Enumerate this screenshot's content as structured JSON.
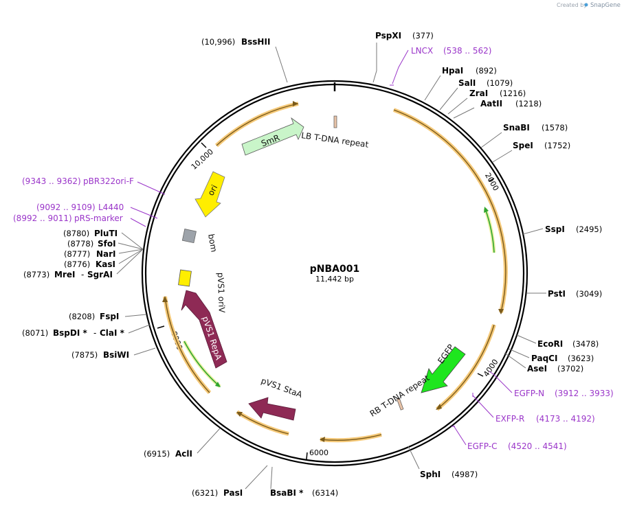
{
  "watermark": {
    "prefix": "Created by",
    "brand": "SnapGene"
  },
  "plasmid": {
    "name": "pNBA001",
    "length": "11,442 bp"
  },
  "ticks": [
    "2000",
    "4000",
    "6000",
    "8000",
    "10,000"
  ],
  "enzymes": [
    {
      "name": "PspXI",
      "pos": "(377)"
    },
    {
      "name": "HpaI",
      "pos": "(892)"
    },
    {
      "name": "SalI",
      "pos": "(1079)"
    },
    {
      "name": "ZraI",
      "pos": "(1216)"
    },
    {
      "name": "AatII",
      "pos": "(1218)"
    },
    {
      "name": "SnaBI",
      "pos": "(1578)"
    },
    {
      "name": "SpeI",
      "pos": "(1752)"
    },
    {
      "name": "SspI",
      "pos": "(2495)"
    },
    {
      "name": "PstI",
      "pos": "(3049)"
    },
    {
      "name": "EcoRI",
      "pos": "(3478)"
    },
    {
      "name": "PaqCI",
      "pos": "(3623)"
    },
    {
      "name": "AseI",
      "pos": "(3702)"
    },
    {
      "name": "SphI",
      "pos": "(4987)"
    },
    {
      "name": "BsaBI *",
      "pos": "(6314)"
    },
    {
      "name": "PasI",
      "pos": "(6321)"
    },
    {
      "name": "AclI",
      "pos": "(6915)"
    },
    {
      "name": "BsiWI",
      "pos": "(7875)"
    },
    {
      "name": "BspDI *",
      "pos": "(8071)",
      "name2": "ClaI *"
    },
    {
      "name": "FspI",
      "pos": "(8208)"
    },
    {
      "name": "MreI",
      "pos": "(8773)",
      "name2": "SgrAI"
    },
    {
      "name": "KasI",
      "pos": "(8776)"
    },
    {
      "name": "NarI",
      "pos": "(8777)"
    },
    {
      "name": "SfoI",
      "pos": "(8778)"
    },
    {
      "name": "PluTI",
      "pos": "(8780)"
    },
    {
      "name": "BssHII",
      "pos": "(10,996)"
    }
  ],
  "primers": [
    {
      "name": "LNCX",
      "range": "(538 .. 562)"
    },
    {
      "name": "EGFP-N",
      "range": "(3912 .. 3933)"
    },
    {
      "name": "EXFP-R",
      "range": "(4173 .. 4192)"
    },
    {
      "name": "EGFP-C",
      "range": "(4520 .. 4541)"
    },
    {
      "name": "pBR322ori-F",
      "range": "(9343 .. 9362)"
    },
    {
      "name": "L4440",
      "range": "(9092 .. 9109)"
    },
    {
      "name": "pRS-marker",
      "range": "(8992 .. 9011)"
    }
  ],
  "features": {
    "smr": "SmR",
    "lb": "LB T-DNA repeat",
    "ori": "ori",
    "bom": "bom",
    "pvs1_oriv": "pVS1 oriV",
    "pvs1_repa": "pVS1 RepA",
    "pvs1_staa": "pVS1 StaA",
    "egfp": "EGFP",
    "rb": "RB T-DNA repeat"
  },
  "colors": {
    "primer": "#9a35c9",
    "orf_glow": "#f5c979",
    "orf_line": "#7a5a1a",
    "smr_fill": "#c9f5c9",
    "ori_fill": "#ffee00",
    "bom_fill": "#9da3aa",
    "pvs1_fill": "#8e2a55",
    "egfp_fill": "#1ee61e",
    "repeat_fill": "#e8c3a8"
  }
}
